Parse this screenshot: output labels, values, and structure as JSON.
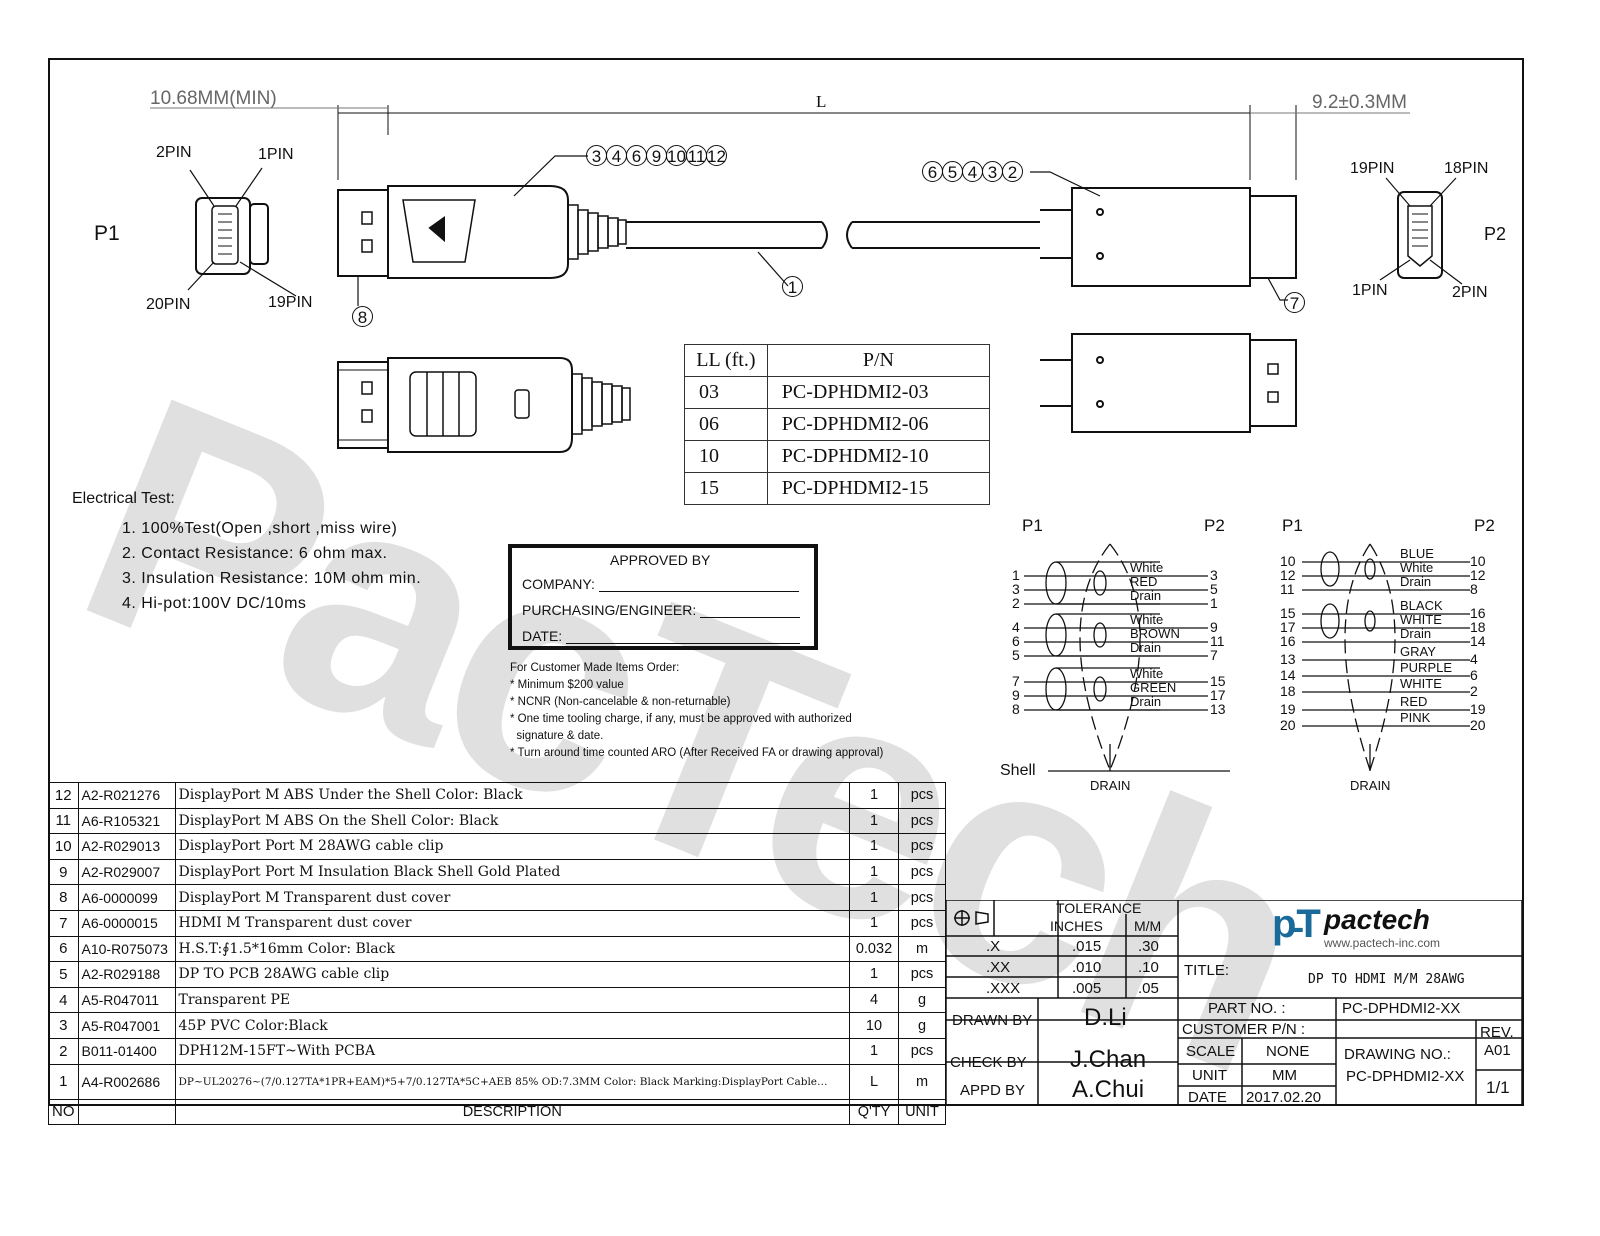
{
  "dims": {
    "left_min": "10.68MM(MIN)",
    "length": "L",
    "right": "9.2±0.3MM"
  },
  "p1": {
    "label": "P1",
    "pin2": "2PIN",
    "pin1": "1PIN",
    "pin20": "20PIN",
    "pin19": "19PIN"
  },
  "p2": {
    "label": "P2",
    "pin19": "19PIN",
    "pin18": "18PIN",
    "pin1": "1PIN",
    "pin2": "2PIN"
  },
  "callouts": {
    "dp_parts": [
      "3",
      "4",
      "6",
      "9",
      "10",
      "11",
      "12"
    ],
    "hdmi_parts": [
      "6",
      "5",
      "4",
      "3",
      "2"
    ],
    "cable": "1",
    "dust_cover_dp": "8",
    "dust_cover_hdmi": "7"
  },
  "pn_table": {
    "headers": [
      "LL (ft.)",
      "P/N"
    ],
    "rows": [
      {
        "ll": "03",
        "pn": "PC-DPHDMI2-03"
      },
      {
        "ll": "06",
        "pn": "PC-DPHDMI2-06"
      },
      {
        "ll": "10",
        "pn": "PC-DPHDMI2-10"
      },
      {
        "ll": "15",
        "pn": "PC-DPHDMI2-15"
      }
    ]
  },
  "electrical": {
    "heading": "Electrical Test:",
    "items": [
      "1. 100%Test(Open ,short ,miss wire)",
      "2. Contact Resistance: 6 ohm max.",
      "3. Insulation Resistance: 10M ohm min.",
      "4. Hi-pot:100V DC/10ms"
    ]
  },
  "approval": {
    "title": "APPROVED BY",
    "company": "COMPANY:",
    "purchasing": "PURCHASING/ENGINEER:",
    "date": "DATE:"
  },
  "customer_notes": [
    "For Customer Made Items Order:",
    "* Minimum $200 value",
    "* NCNR (Non-cancelable & non-returnable)",
    "* One time tooling charge, if any, must be approved with authorized",
    "  signature & date.",
    "* Turn around time counted ARO (After Received FA or drawing approval)"
  ],
  "wiring_left": {
    "p1": "P1",
    "p2": "P2",
    "shell": "Shell",
    "drain": "DRAIN",
    "left_pins": [
      "1",
      "3",
      "2",
      "4",
      "6",
      "5",
      "7",
      "9",
      "8"
    ],
    "right_pins": [
      "3",
      "5",
      "1",
      "9",
      "11",
      "7",
      "15",
      "17",
      "13"
    ],
    "colors": [
      "White",
      "RED",
      "Drain",
      "White",
      "BROWN",
      "Drain",
      "White",
      "GREEN",
      "Drain"
    ]
  },
  "wiring_right": {
    "p1": "P1",
    "p2": "P2",
    "drain": "DRAIN",
    "left_pins": [
      "10",
      "12",
      "11",
      "15",
      "17",
      "16",
      "13",
      "14",
      "18",
      "19",
      "20"
    ],
    "right_pins": [
      "10",
      "12",
      "8",
      "16",
      "18",
      "14",
      "4",
      "6",
      "2",
      "19",
      "20"
    ],
    "colors": [
      "BLUE",
      "White",
      "Drain",
      "BLACK",
      "WHITE",
      "Drain",
      "GRAY",
      "PURPLE",
      "WHITE",
      "RED",
      "PINK"
    ]
  },
  "bom": {
    "rows": [
      {
        "no": "12",
        "code": "A2-R021276",
        "desc": "DisplayPort M ABS Under the Shell  Color: Black",
        "qty": "1",
        "unit": "pcs"
      },
      {
        "no": "11",
        "code": "A6-R105321",
        "desc": "DisplayPort M ABS On the Shell  Color: Black",
        "qty": "1",
        "unit": "pcs"
      },
      {
        "no": "10",
        "code": "A2-R029013",
        "desc": "DisplayPort Port M 28AWG  cable clip",
        "qty": "1",
        "unit": "pcs"
      },
      {
        "no": "9",
        "code": "A2-R029007",
        "desc": "DisplayPort Port M Insulation Black Shell Gold Plated",
        "qty": "1",
        "unit": "pcs"
      },
      {
        "no": "8",
        "code": "A6-0000099",
        "desc": "DisplayPort M  Transparent dust cover",
        "qty": "1",
        "unit": "pcs"
      },
      {
        "no": "7",
        "code": "A6-0000015",
        "desc": "HDMI M  Transparent dust cover",
        "qty": "1",
        "unit": "pcs"
      },
      {
        "no": "6",
        "code": "A10-R075073",
        "desc": "H.S.T:∮1.5*16mm Color: Black",
        "qty": "0.032",
        "unit": "m"
      },
      {
        "no": "5",
        "code": "A2-R029188",
        "desc": "DP TO PCB 28AWG  cable clip",
        "qty": "1",
        "unit": "pcs"
      },
      {
        "no": "4",
        "code": "A5-R047011",
        "desc": "Transparent PE",
        "qty": "4",
        "unit": "g"
      },
      {
        "no": "3",
        "code": "A5-R047001",
        "desc": "45P PVC Color:Black",
        "qty": "10",
        "unit": "g"
      },
      {
        "no": "2",
        "code": "B011-01400",
        "desc": "DPH12M-15FT~With PCBA",
        "qty": "1",
        "unit": "pcs"
      },
      {
        "no": "1",
        "code": "A4-R002686",
        "desc": "DP~UL20276~(7/0.127TA*1PR+EAM)*5+7/0.127TA*5C+AEB 85% OD:7.3MM Color: Black Marking:DisplayPort Cable…",
        "qty": "L",
        "unit": "m"
      }
    ],
    "headers": {
      "no": "NO",
      "desc": "DESCRIPTION",
      "qty": "Q'TY",
      "unit": "UNIT"
    }
  },
  "title_block": {
    "tolerance": "TOLERANCE",
    "inches": "INCHES",
    "mm": "M/M",
    "tol_rows": [
      {
        "label": ".X",
        "inch": ".015",
        "mm": ".30"
      },
      {
        "label": ".XX",
        "inch": ".010",
        "mm": ".10"
      },
      {
        "label": ".XXX",
        "inch": ".005",
        "mm": ".05"
      }
    ],
    "drawn_by": "DRAWN BY",
    "drawn_name": "D.Li",
    "check_by": "CHECK BY",
    "check_name": "J.Chan",
    "appd_by": "APPD BY",
    "appd_name": "A.Chui",
    "brand": "pactech",
    "website": "www.pactech-inc.com",
    "title_label": "TITLE:",
    "title_value": "DP TO HDMI M/M 28AWG",
    "part_no_label": "PART NO. :",
    "part_no": "PC-DPHDMI2-XX",
    "customer_pn_label": "CUSTOMER P/N :",
    "scale_label": "SCALE",
    "scale": "NONE",
    "unit_label": "UNIT",
    "unit": "MM",
    "date_label": "DATE",
    "date": "2017.02.20",
    "drawing_no_label": "DRAWING NO.:",
    "drawing_no": "PC-DPHDMI2-XX",
    "rev_label": "REV.",
    "rev": "A01",
    "sheet": "1/1"
  },
  "watermark": "PacTech"
}
